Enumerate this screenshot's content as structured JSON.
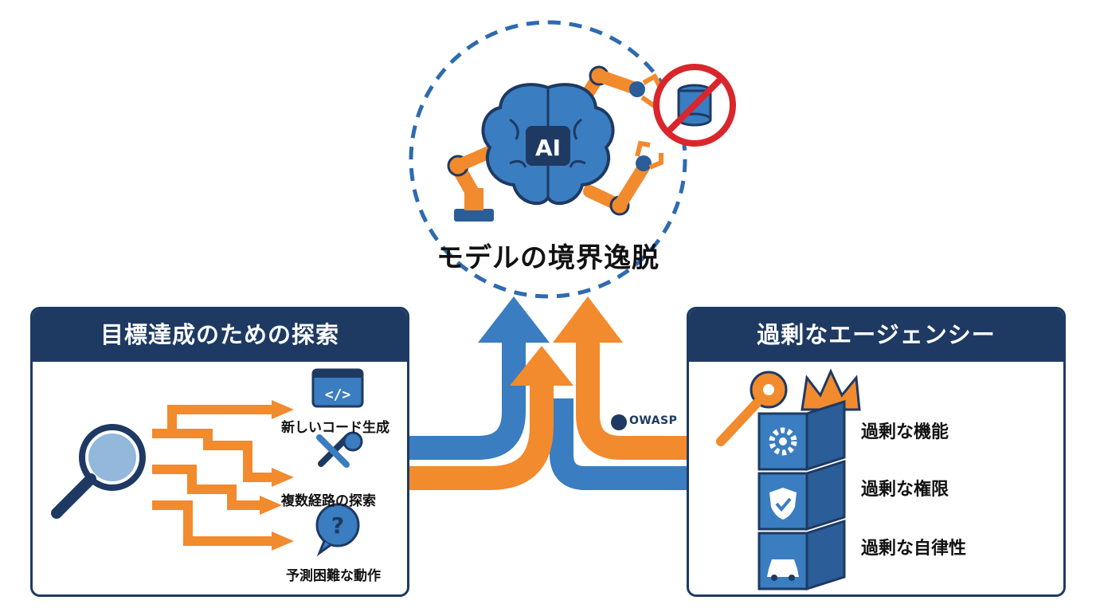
{
  "center": {
    "title": "モデルの境界逸脱",
    "ai_badge": "AI"
  },
  "left_panel": {
    "title": "目標達成のための探索",
    "items": [
      {
        "label": "新しいコード生成",
        "icon": "code-window-icon"
      },
      {
        "label": "複数経路の探索",
        "icon": "tools-gear-icon"
      },
      {
        "label": "予測困難な動作",
        "icon": "question-bubble-icon"
      }
    ]
  },
  "right_panel": {
    "title": "過剰なエージェンシー",
    "items": [
      {
        "label": "過剰な機能",
        "icon": "gear-icon"
      },
      {
        "label": "過剰な権限",
        "icon": "shield-check-icon"
      },
      {
        "label": "過剰な自律性",
        "icon": "car-icon"
      }
    ]
  },
  "owasp": {
    "label": "OWASP"
  },
  "colors": {
    "navy": "#1e3a63",
    "blue": "#3a7dc0",
    "orange": "#f28a2e",
    "red": "#d9262c"
  }
}
